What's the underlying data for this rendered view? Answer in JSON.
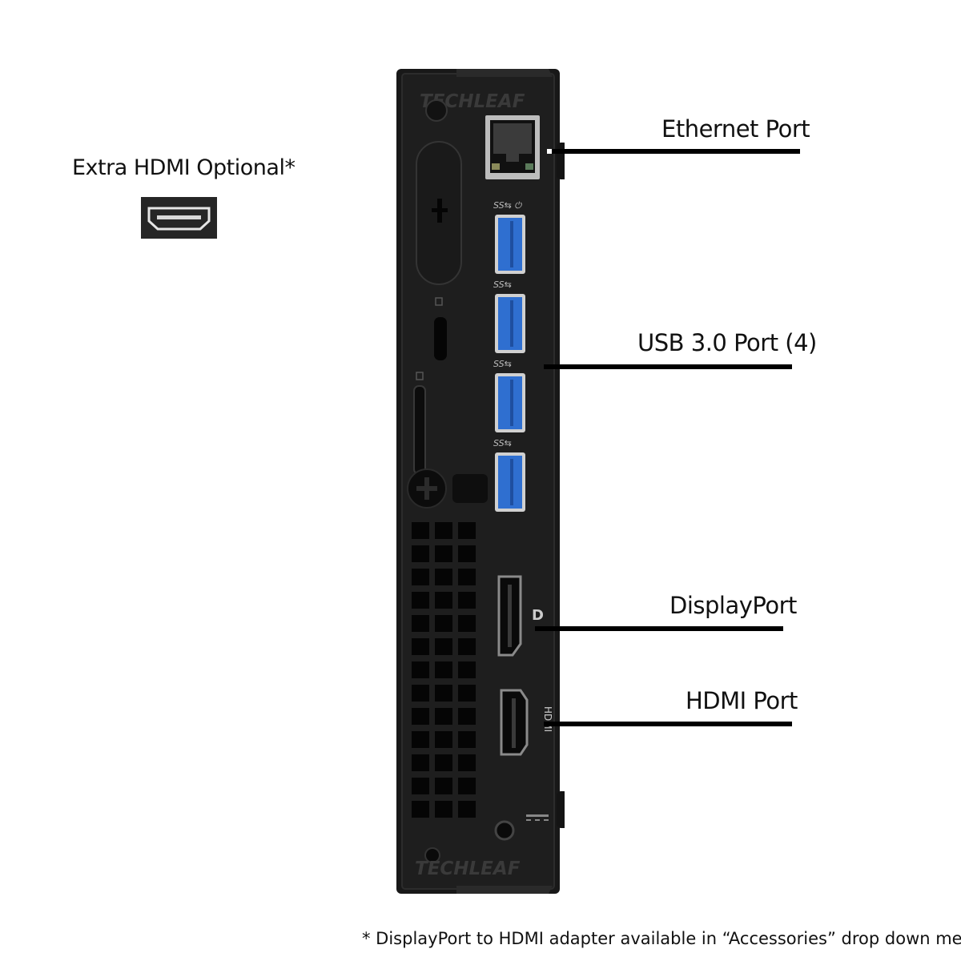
{
  "extra": {
    "title": "Extra HDMI Optional*"
  },
  "labels": {
    "ethernet": "Ethernet Port",
    "usb": "USB 3.0 Port (4)",
    "displayport": "DisplayPort",
    "hdmi": "HDMI Port"
  },
  "watermark": "TECHLEAF",
  "footnote": "*  DisplayPort to HDMI adapter available in “Accessories” drop down menu.",
  "colors": {
    "chassis": "#1b1b1b",
    "usb_blue": "#2f6fd0",
    "text": "#111111"
  }
}
